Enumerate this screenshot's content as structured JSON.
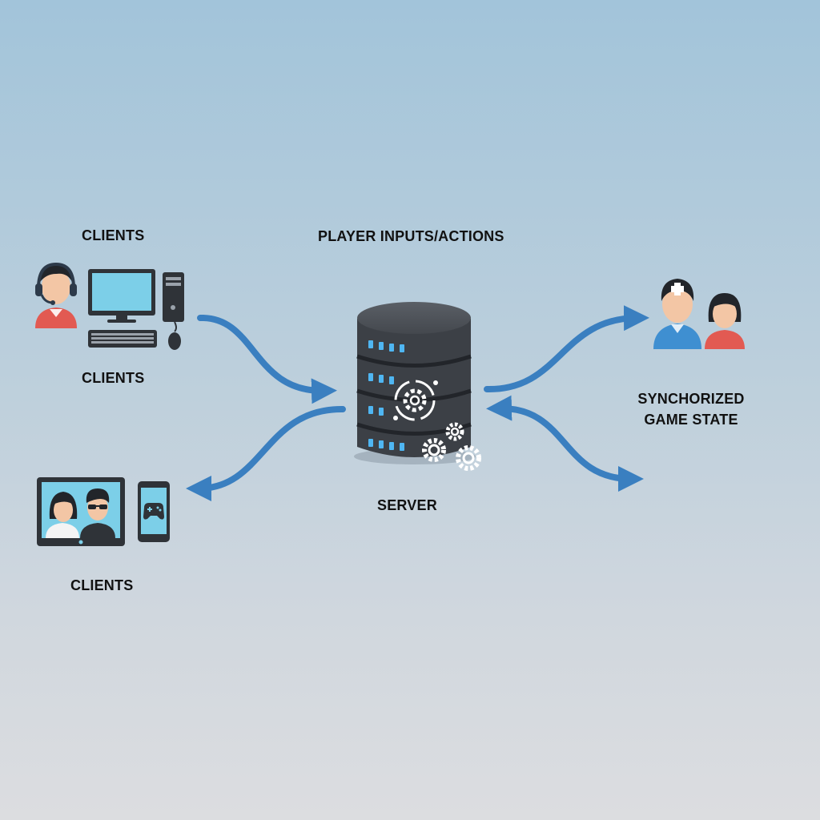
{
  "labels": {
    "clients_top": "CLIENTS",
    "clients_middle": "CLIENTS",
    "clients_bottom": "CLIENTS",
    "player_inputs": "PLAYER INPUTS/ACTIONS",
    "server": "SERVER",
    "sync_line1": "SYNCHORIZED",
    "sync_line2": "GAME STATE"
  },
  "colors": {
    "arrow": "#3a7fc0",
    "server_body": "#3c4046",
    "server_led": "#4fb6f2",
    "shirt_red": "#e25a52",
    "shirt_blue": "#3f8fd1",
    "skin": "#f3c6a5",
    "hair": "#22252a",
    "screen": "#7ccfe8"
  },
  "icons": [
    "headset-user-icon",
    "desktop-computer-icon",
    "server-database-icon",
    "gear-icon",
    "tablet-icon",
    "smartphone-gamepad-icon",
    "users-icon"
  ]
}
